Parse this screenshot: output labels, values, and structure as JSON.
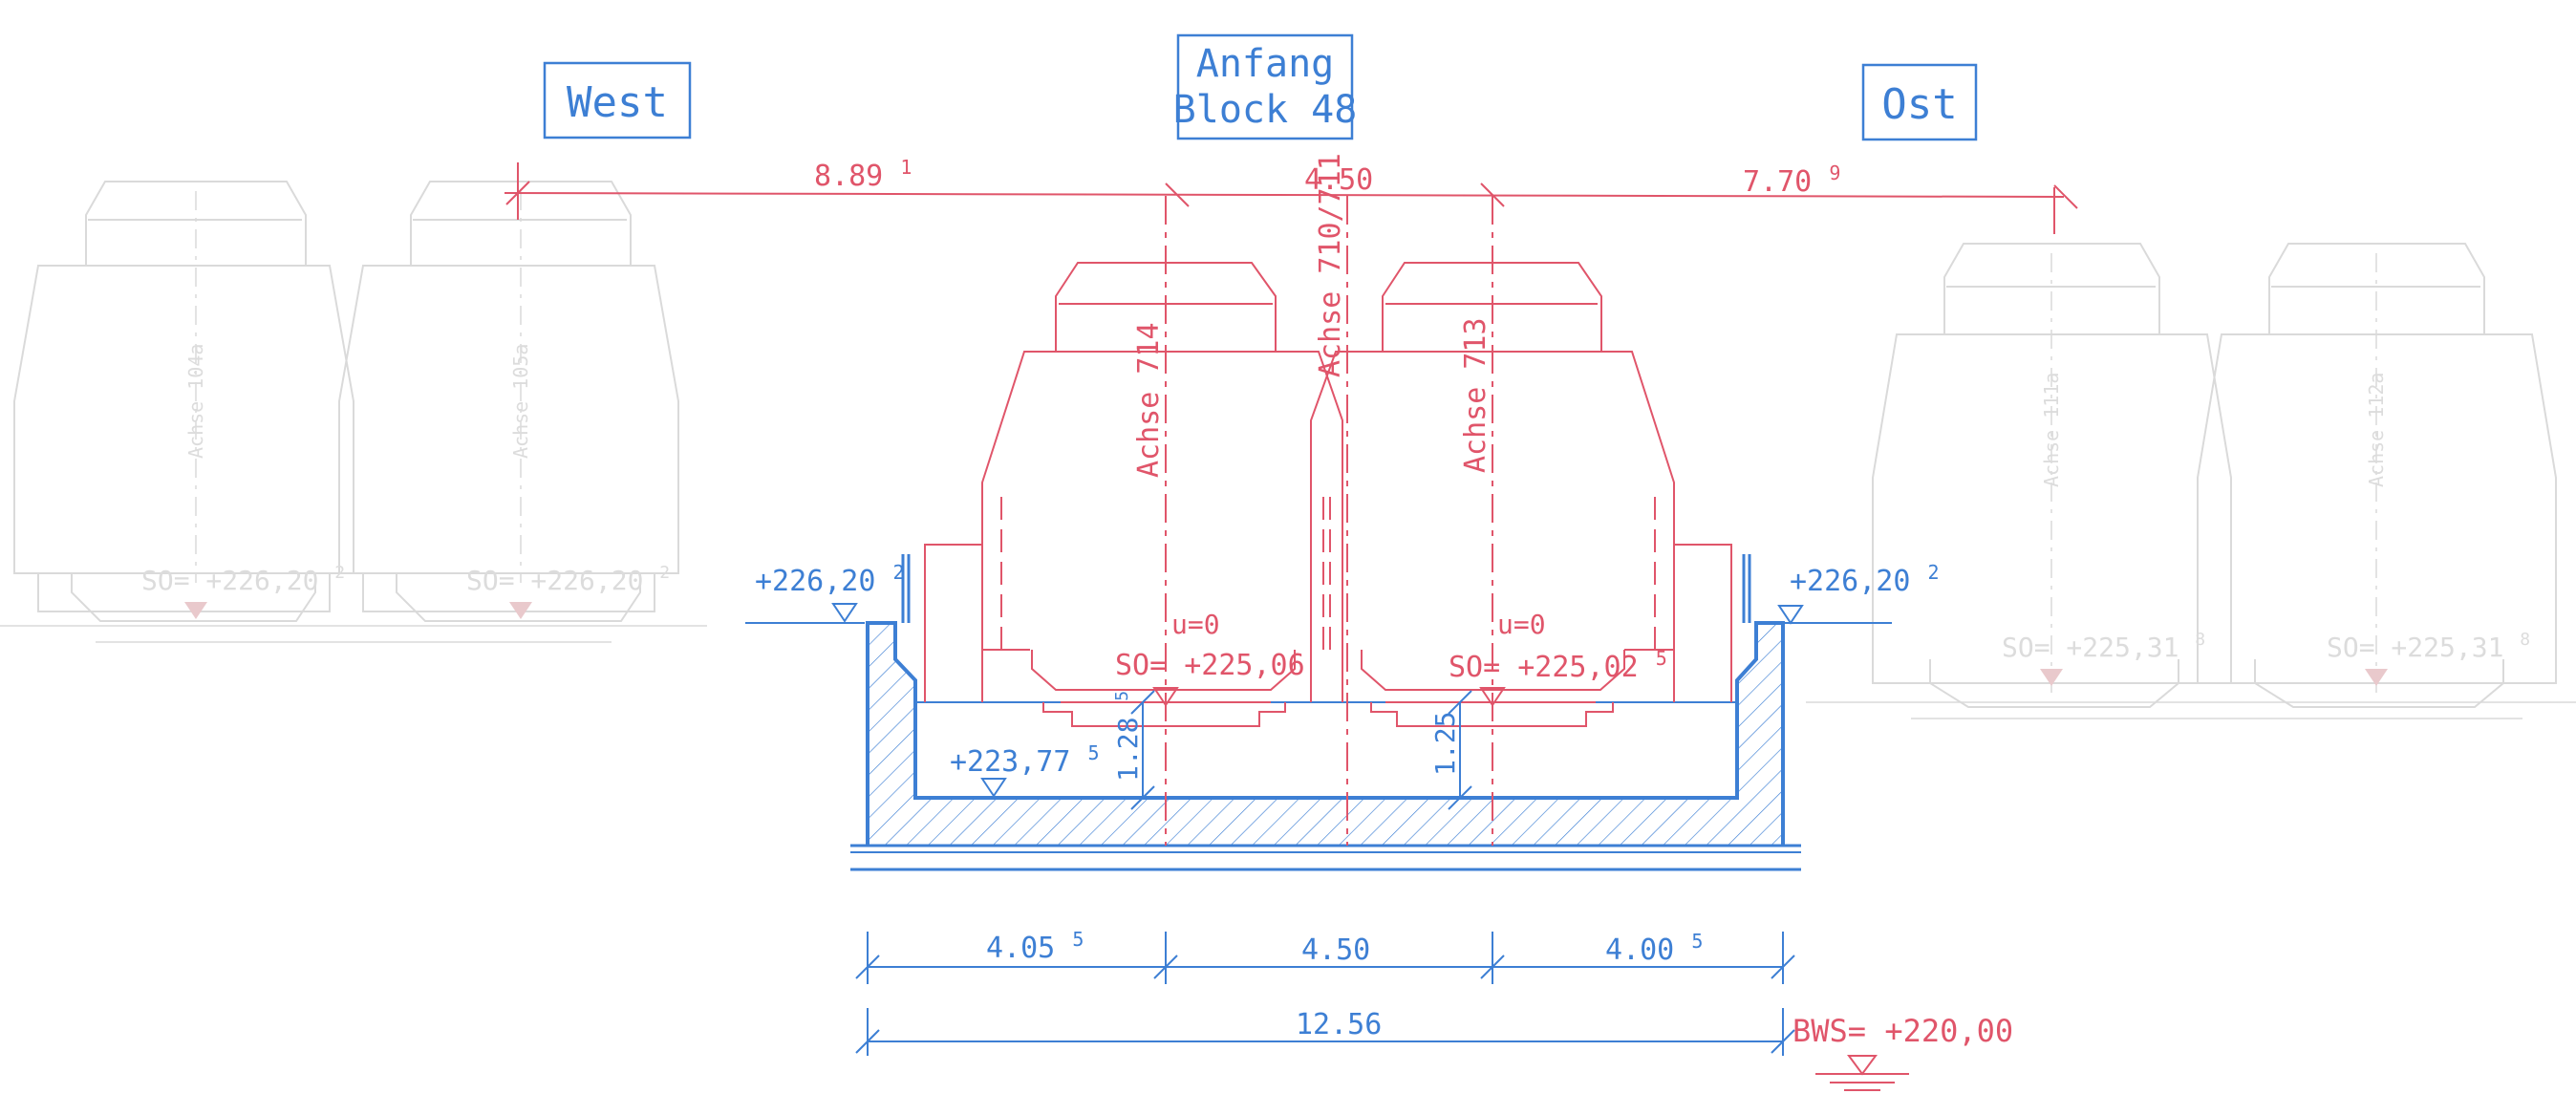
{
  "labels": {
    "west": "West",
    "anfang_line1": "Anfang",
    "anfang_line2": "Block 48",
    "ost": "Ost"
  },
  "top_dimensions": {
    "left_main": "8.89",
    "left_sup": "1",
    "center": "4.50",
    "right_main": "7.70",
    "right_sup": "9"
  },
  "axes": {
    "axis_714": "Achse 714",
    "axis_710_711": "Achse 710/711",
    "axis_713": "Achse 713",
    "faint_axis_104a": "Achse 104a",
    "faint_axis_105a": "Achse 105a",
    "faint_axis_111a": "Achse 111a",
    "faint_axis_112a": "Achse 112a"
  },
  "levels": {
    "left_top": "+226,20",
    "left_top_sup": "2",
    "right_top": "+226,20",
    "right_top_sup": "2",
    "inner_bottom": "+223,77",
    "inner_bottom_sup": "5",
    "so_left": "SO= +225,06",
    "so_right_main": "SO= +225,02",
    "so_right_sup": "5",
    "u_left": "u=0",
    "u_right": "u=0",
    "bws": "BWS= +220,00"
  },
  "faint_levels": {
    "west1_main": "SO= +226,20",
    "west1_sup": "2",
    "west2_main": "SO= +226,20",
    "west2_sup": "2",
    "east1_main": "SO= +225,31",
    "east1_sup": "8",
    "east2_main": "SO= +225,31",
    "east2_sup": "8"
  },
  "depths": {
    "left_main": "1.28",
    "left_sup": "5",
    "right": "1.25"
  },
  "bottom_dimensions": {
    "seg1_main": "4.05",
    "seg1_sup": "5",
    "seg2": "4.50",
    "seg3_main": "4.00",
    "seg3_sup": "5",
    "total": "12.56"
  },
  "colors": {
    "structure_blue": "#3d7fd4",
    "vehicle_red": "#e0556a",
    "faint_gray": "#dcdcdc"
  }
}
